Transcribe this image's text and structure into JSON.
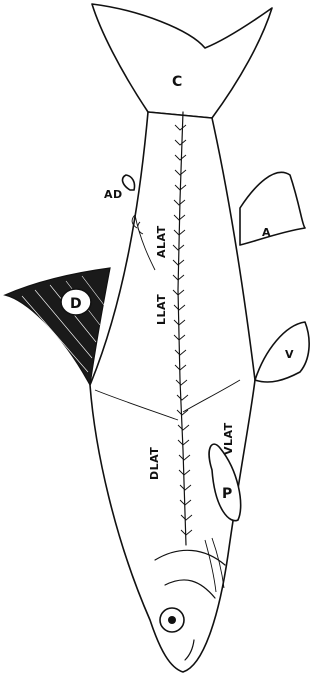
{
  "labels": {
    "caudal": "C",
    "adipose": "AD",
    "anal": "A",
    "dorsal": "D",
    "pelvic": "V",
    "pectoral": "P",
    "anterior_lateral": "ALAT",
    "lateral_line": "LLAT",
    "dorsolateral": "DLAT",
    "ventrolateral": "VLAT"
  },
  "colors": {
    "ink": "#111111",
    "background": "#ffffff"
  }
}
